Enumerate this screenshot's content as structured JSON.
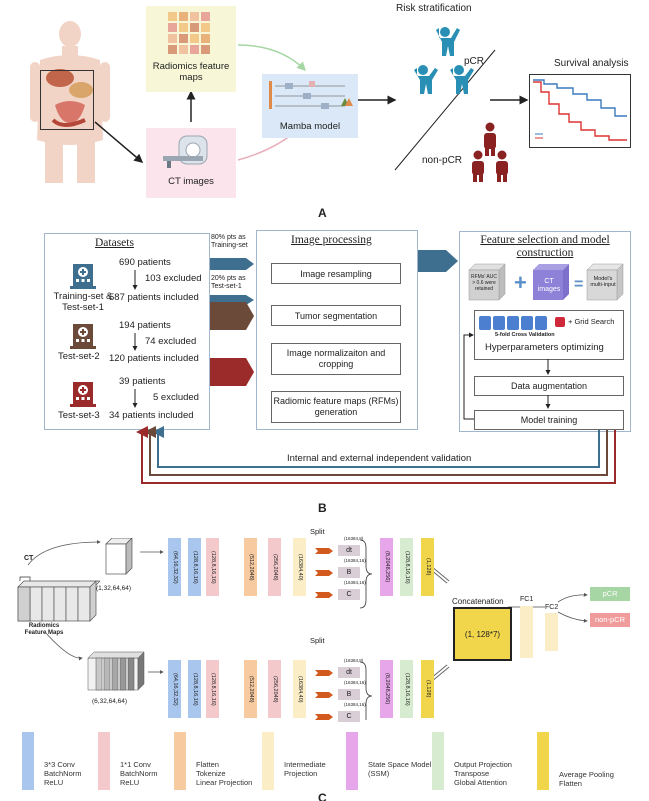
{
  "panel_a": {
    "letter": "A",
    "radiomics_label": "Radiomics feature maps",
    "ct_label": "CT images",
    "model_label": "Mamba model",
    "risk_label": "Risk stratification",
    "pcr_label": "pCR",
    "nonpcr_label": "non-pCR",
    "survival_label": "Survival analysis"
  },
  "panel_b": {
    "letter": "B",
    "datasets_title": "Datasets",
    "cohorts": [
      {
        "name": "Training-set & Test-set-1",
        "total": "690 patients",
        "excluded": "103 excluded",
        "included": "587 patients included",
        "color": "#3f6f8f"
      },
      {
        "name": "Test-set-2",
        "total": "194 patients",
        "excluded": "74 excluded",
        "included": "120 patients included",
        "color": "#6b4a3a"
      },
      {
        "name": "Test-set-3",
        "total": "39 patients",
        "excluded": "5 excluded",
        "included": "34 patients included",
        "color": "#9b2a2a"
      }
    ],
    "split_top": "80% pts as Training-set",
    "split_bottom": "20% pts as Test-set-1",
    "processing_title": "Image processing",
    "processing_steps": [
      "Image resampling",
      "Tumor segmentation",
      "Image normalizaiton and cropping",
      "Radiomic feature maps (RFMs) generation"
    ],
    "feature_title": "Feature selection and model construction",
    "rfm_cube": "RFMs' AUC > 0.6 were retained",
    "ct_cube": "CT images",
    "multi_cube": "Model's multi-input",
    "cv_label": "5-fold Cross Validation",
    "grid_label": "+ Grid Search",
    "hyper_label": "Hyperparameters optimizing",
    "aug_label": "Data augmentation",
    "train_label": "Model training",
    "validation_label": "Internal and external independent validation"
  },
  "panel_c": {
    "letter": "C",
    "ct_label": "CT",
    "ct_shape": "(1,32,64,64)",
    "rfm_label": "Radiomics Feature Maps",
    "rfm_shape": "(6,32,64,64)",
    "split_label": "Split",
    "top_blocks": [
      "(64,16,32,32)",
      "(128,8,16,16)",
      "(128,8,16,16)",
      "(512,2048)",
      "(256,2048)",
      "(16384,40)"
    ],
    "top_right_blocks": [
      "(8,2048,256)",
      "(128,8,16,16)",
      "(1,128)"
    ],
    "bottom_blocks": [
      "(64,16,32,32)",
      "(128,8,16,16)",
      "(128,8,16,16)",
      "(512,2048)",
      "(256,2048)",
      "(16384,40)"
    ],
    "bottom_right_blocks": [
      "(8,2048,256)",
      "(128,8,16,16)",
      "(1,128)"
    ],
    "split_outputs": [
      {
        "dim": "(16384,8)",
        "name": "dt"
      },
      {
        "dim": "(16384,16)",
        "name": "B"
      },
      {
        "dim": "(16384,16)",
        "name": "C"
      }
    ],
    "concat_label": "Concatenation",
    "concat_shape": "(1, 128*7)",
    "fc1": "FC1",
    "fc2": "FC2",
    "out_pcr": "pCR",
    "out_nonpcr": "non-pCR"
  },
  "legend": [
    {
      "text": "3*3 Conv\nBatchNorm\nReLU",
      "color": "#a9c6ee"
    },
    {
      "text": "1*1 Conv\nBatchNorm\nReLU",
      "color": "#f3c9cc"
    },
    {
      "text": "Flatten\nTokenize\nLinear Projection",
      "color": "#f7caa0"
    },
    {
      "text": "Intermediate\nProjection",
      "color": "#fbeec7"
    },
    {
      "text": "State Space Model\n(SSM)",
      "color": "#e6a6e9"
    },
    {
      "text": "Output Projection\nTranspose\nGlobal Attention",
      "color": "#d6ebcf"
    },
    {
      "text": "Average Pooling\nFlatten",
      "color": "#f1d54a"
    }
  ],
  "colors": {
    "pcr_figure": "#2a8fb5",
    "nonpcr_figure": "#8b2222",
    "train_arrow": "#3f6f8f",
    "test2_arrow": "#6b4a3a",
    "test3_arrow": "#9b2a2a"
  }
}
